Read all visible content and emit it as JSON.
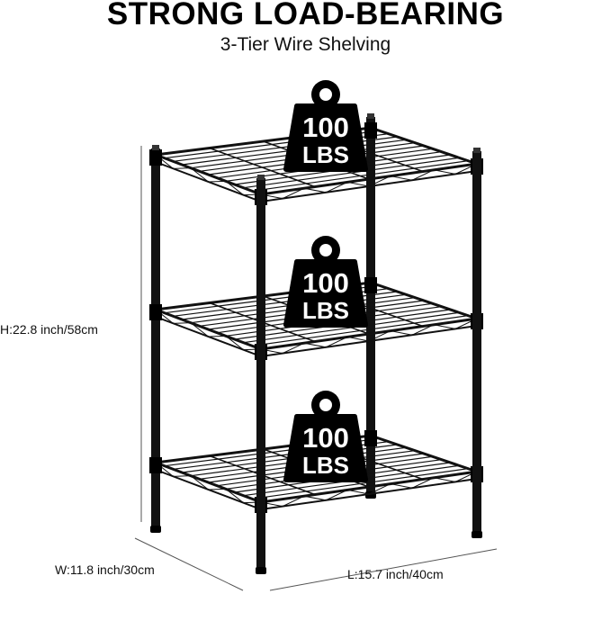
{
  "header": {
    "title": "STRONG LOAD-BEARING",
    "subtitle": "3-Tier Wire Shelving"
  },
  "badges": [
    {
      "value": "100",
      "unit": "LBS"
    },
    {
      "value": "100",
      "unit": "LBS"
    },
    {
      "value": "100",
      "unit": "LBS"
    }
  ],
  "dimensions": {
    "height": "H:22.8 inch/58cm",
    "width": "W:11.8 inch/30cm",
    "length": "L:15.7 inch/40cm"
  },
  "colors": {
    "shelf": "#111111",
    "badge": "#000000"
  }
}
